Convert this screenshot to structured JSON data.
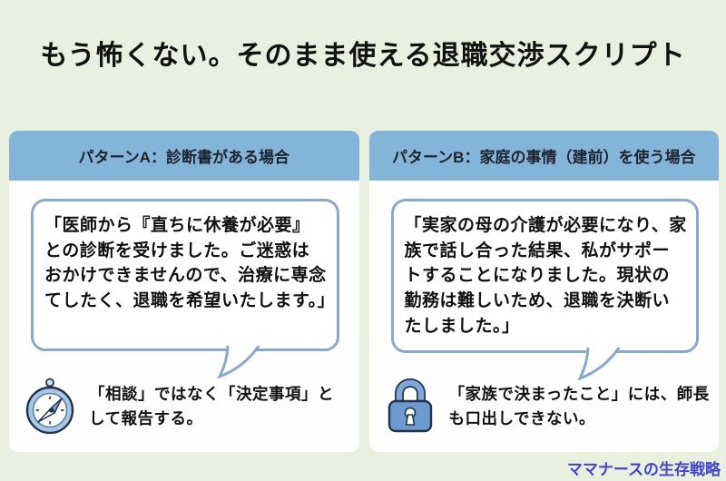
{
  "title": "もう怖くない。そのまま使える退職交渉スクリプト",
  "panels": [
    {
      "header": "パターンA：診断書がある場合",
      "bubble_text": "「医師から『直ちに休養が必要』との診断を受けました。ご迷惑はおかけできませんので、治療に専念てしたく、退職を希望いたします。」",
      "note_icon": "compass-icon",
      "note_text": "「相談」ではなく「決定事項」として報告する。"
    },
    {
      "header": "パターンB：家庭の事情（建前）を使う場合",
      "bubble_text": "「実家の母の介護が必要になり、家族で話し合った結果、私がサポートすることになりました。現状の勤務は難しいため、退職を決断いたしました。」",
      "note_icon": "lock-icon",
      "note_text": "「家族で決まったこと」には、師長も口出しできない。"
    }
  ],
  "watermark": "ママナースの生存戦略",
  "colors": {
    "page_background": "#e9f0e0",
    "panel_background": "#fdfefd",
    "header_blue": "#85b4d9",
    "bubble_border": "#8aa8cc",
    "icon_blue": "#6d9bd0",
    "watermark_blue": "#4245c6",
    "text": "#111111"
  }
}
